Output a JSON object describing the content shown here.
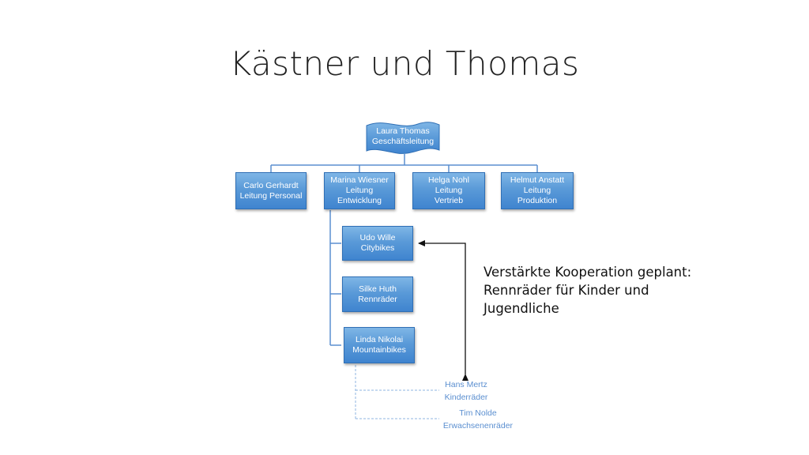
{
  "title": "Kästner und Thomas",
  "colors": {
    "box_fill": "#5a9ad8",
    "box_border": "#2f6fb5",
    "connector": "#5b8fd0",
    "plain_text": "#5b8fd0",
    "arrow": "#111111"
  },
  "root": {
    "name": "Laura Thomas",
    "role": "Geschäftsleitung"
  },
  "departments": [
    {
      "line1": "Carlo Gerhardt",
      "line2": "Leitung Personal"
    },
    {
      "line1": "Marina Wiesner",
      "line2": "Leitung",
      "line3": "Entwicklung"
    },
    {
      "line1": "Helga Nohl Leitung",
      "line2": "Vertrieb"
    },
    {
      "line1": "Helmut Anstatt",
      "line2": "Leitung Produktion"
    }
  ],
  "sub_units": [
    {
      "name": "Udo Wille",
      "role": "Citybikes"
    },
    {
      "name": "Silke Huth",
      "role": "Rennräder"
    },
    {
      "name": "Linda Nikolai",
      "role": "Mountainbikes"
    }
  ],
  "planned_units": [
    {
      "name": "Hans Mertz",
      "role": "Kinderräder"
    },
    {
      "name": "Tim Nolde",
      "role": "Erwachsenenräder"
    }
  ],
  "note": {
    "line1": "Verstärkte Kooperation geplant:",
    "line2": "Rennräder für Kinder und",
    "line3": "Jugendliche"
  }
}
